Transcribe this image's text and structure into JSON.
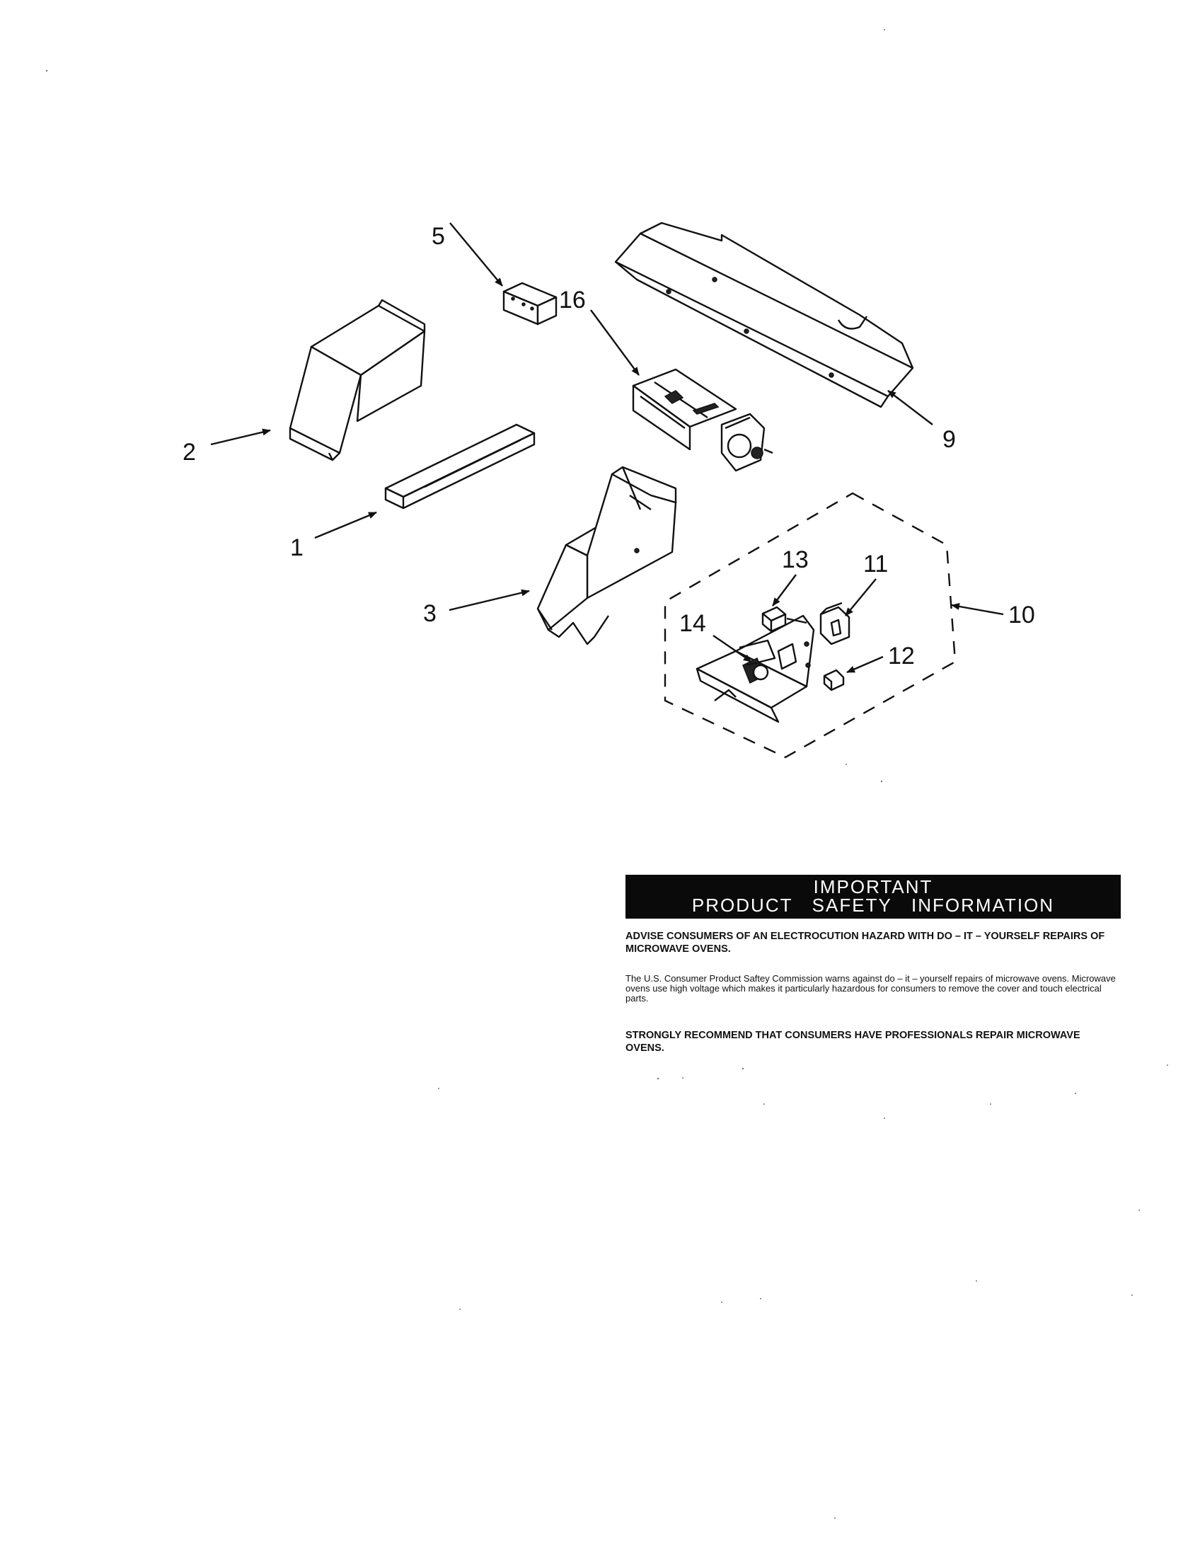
{
  "diagram": {
    "callouts": {
      "c1": "1",
      "c2": "2",
      "c3": "3",
      "c5": "5",
      "c9": "9",
      "c10": "10",
      "c11": "11",
      "c12": "12",
      "c13": "13",
      "c14": "14",
      "c16": "16"
    }
  },
  "safety": {
    "banner_line1": "IMPORTANT",
    "banner_line2": "PRODUCT   SAFETY   INFORMATION",
    "advise": "ADVISE CONSUMERS OF AN ELECTROCUTION HAZARD WITH DO – IT – YOURSELF REPAIRS OF MICROWAVE OVENS.",
    "body": "The U.S. Consumer Product Saftey Commission warns against do – it – yourself repairs of microwave ovens. Microwave ovens use high voltage which makes it particularly hazardous for consumers to remove the cover and touch electrical parts.",
    "recommend": "STRONGLY RECOMMEND THAT CONSUMERS HAVE PROFESSIONALS REPAIR MICROWAVE OVENS."
  }
}
